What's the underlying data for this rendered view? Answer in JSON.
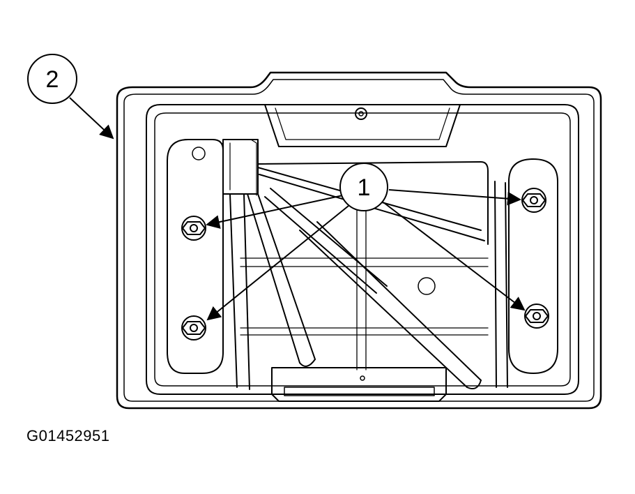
{
  "callouts": {
    "fasteners": "1",
    "housing": "2"
  },
  "figure_id": "G01452951",
  "colors": {
    "line": "#000000",
    "background": "#ffffff"
  }
}
